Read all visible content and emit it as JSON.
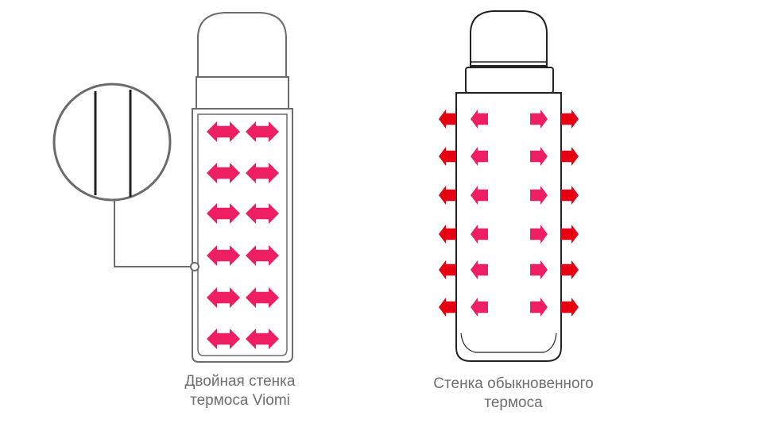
{
  "left_panel": {
    "caption_line1": "Двойная стенка",
    "caption_line2": "термоса Viomi"
  },
  "right_panel": {
    "caption_line1": "Стенка обыкновенного",
    "caption_line2": "термоса"
  },
  "colors": {
    "outline": "#6b6b6b",
    "bottle_stroke": "#222222",
    "inner_arrow": "#ee1e62",
    "outer_arrow": "#e60012"
  },
  "icons": {
    "double_arrow": "left-right-arrow-icon",
    "inward_arrow": "left-arrow-icon",
    "outward_arrow": "right-arrow-icon",
    "zoom_circle": "magnifier-detail-icon"
  }
}
